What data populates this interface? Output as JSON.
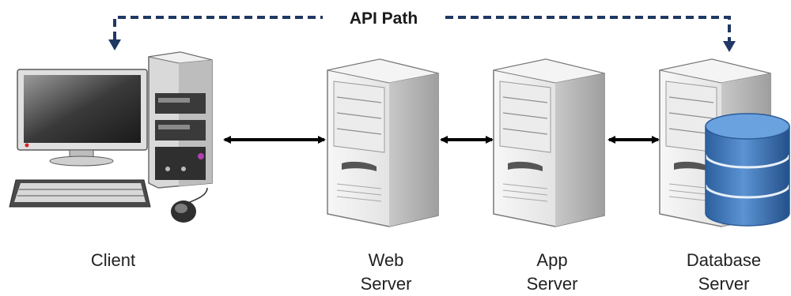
{
  "diagram": {
    "api_path_label": "API Path",
    "nodes": [
      {
        "id": "client",
        "label_lines": [
          "Client"
        ]
      },
      {
        "id": "web-server",
        "label_lines": [
          "Web",
          "Server"
        ]
      },
      {
        "id": "app-server",
        "label_lines": [
          "App",
          "Server"
        ]
      },
      {
        "id": "database-server",
        "label_lines": [
          "Database",
          "Server"
        ]
      }
    ],
    "connections": [
      {
        "from": "client",
        "to": "web-server",
        "style": "bidirectional-arrow"
      },
      {
        "from": "web-server",
        "to": "app-server",
        "style": "bidirectional-arrow"
      },
      {
        "from": "app-server",
        "to": "database-server",
        "style": "bidirectional-arrow"
      }
    ],
    "api_path": {
      "from": "database-server",
      "to": "client",
      "style": "dashed"
    }
  },
  "colors": {
    "api_path": "#1f3864",
    "arrows": "#000000",
    "server_body": "#e6e6e6",
    "server_side": "#b8b8b8",
    "monitor_screen": "#2b2b2b",
    "database": "#3d74b3",
    "label_text": "#222222"
  },
  "icons": [
    "desktop-computer-icon",
    "server-tower-icon",
    "database-cylinder-icon"
  ]
}
